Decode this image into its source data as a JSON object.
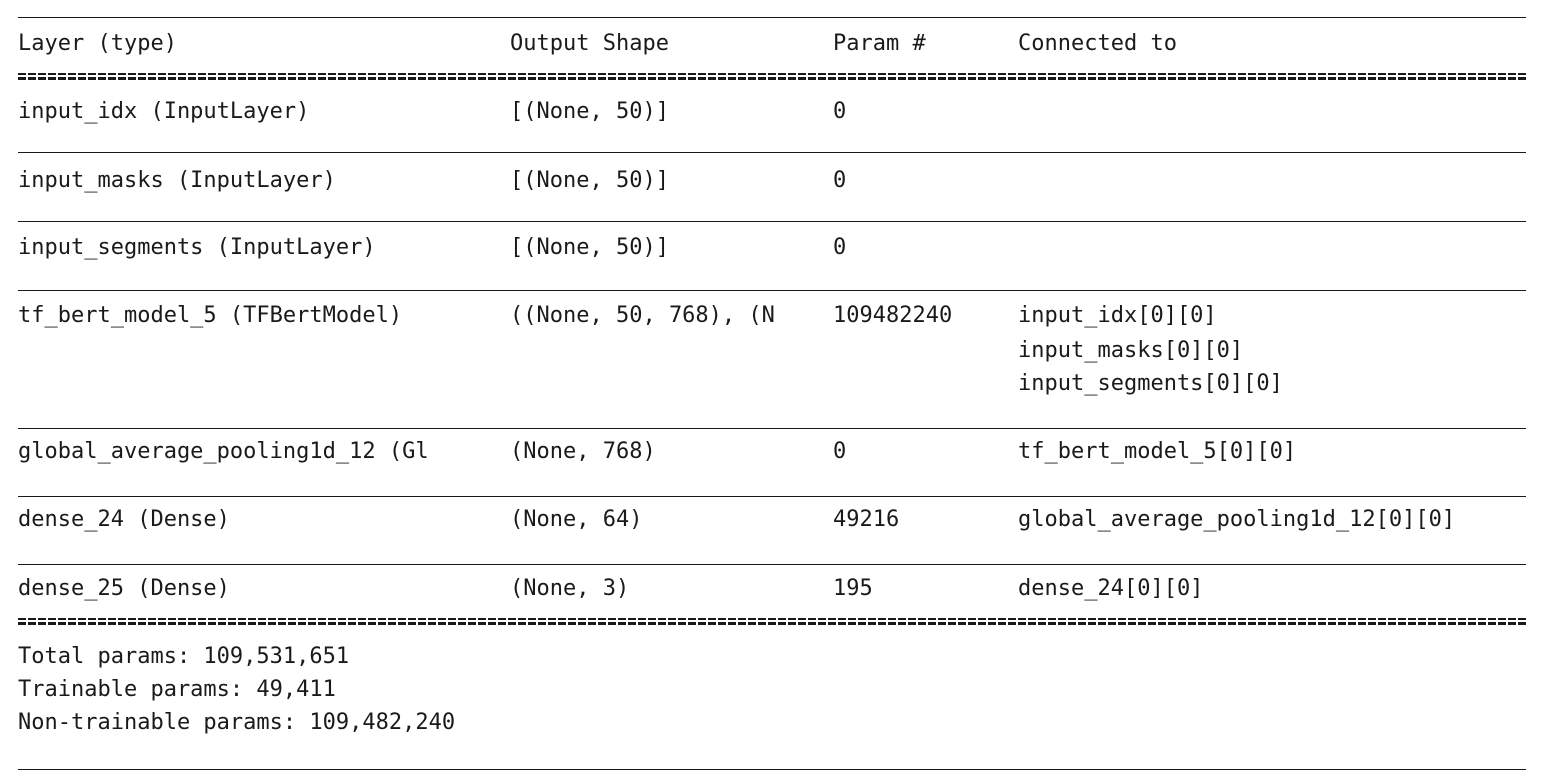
{
  "header": {
    "layer": "Layer (type)",
    "output_shape": "Output Shape",
    "params": "Param #",
    "connected": "Connected to"
  },
  "rows": [
    {
      "layer": "input_idx (InputLayer)",
      "shape": "[(None, 50)]",
      "params": "0",
      "connected": []
    },
    {
      "layer": "input_masks (InputLayer)",
      "shape": "[(None, 50)]",
      "params": "0",
      "connected": []
    },
    {
      "layer": "input_segments (InputLayer)",
      "shape": "[(None, 50)]",
      "params": "0",
      "connected": []
    },
    {
      "layer": "tf_bert_model_5 (TFBertModel)",
      "shape": "((None, 50, 768), (N",
      "params": "109482240",
      "connected": [
        "input_idx[0][0]",
        "input_masks[0][0]",
        "input_segments[0][0]"
      ]
    },
    {
      "layer": "global_average_pooling1d_12 (Gl",
      "shape": "(None, 768)",
      "params": "0",
      "connected": [
        "tf_bert_model_5[0][0]"
      ]
    },
    {
      "layer": "dense_24 (Dense)",
      "shape": "(None, 64)",
      "params": "49216",
      "connected": [
        "global_average_pooling1d_12[0][0]"
      ]
    },
    {
      "layer": "dense_25 (Dense)",
      "shape": "(None, 3)",
      "params": "195",
      "connected": [
        "dense_24[0][0]"
      ]
    }
  ],
  "summary": {
    "total": "Total params: 109,531,651",
    "trainable": "Trainable params: 49,411",
    "non_trainable": "Non-trainable params: 109,482,240"
  }
}
